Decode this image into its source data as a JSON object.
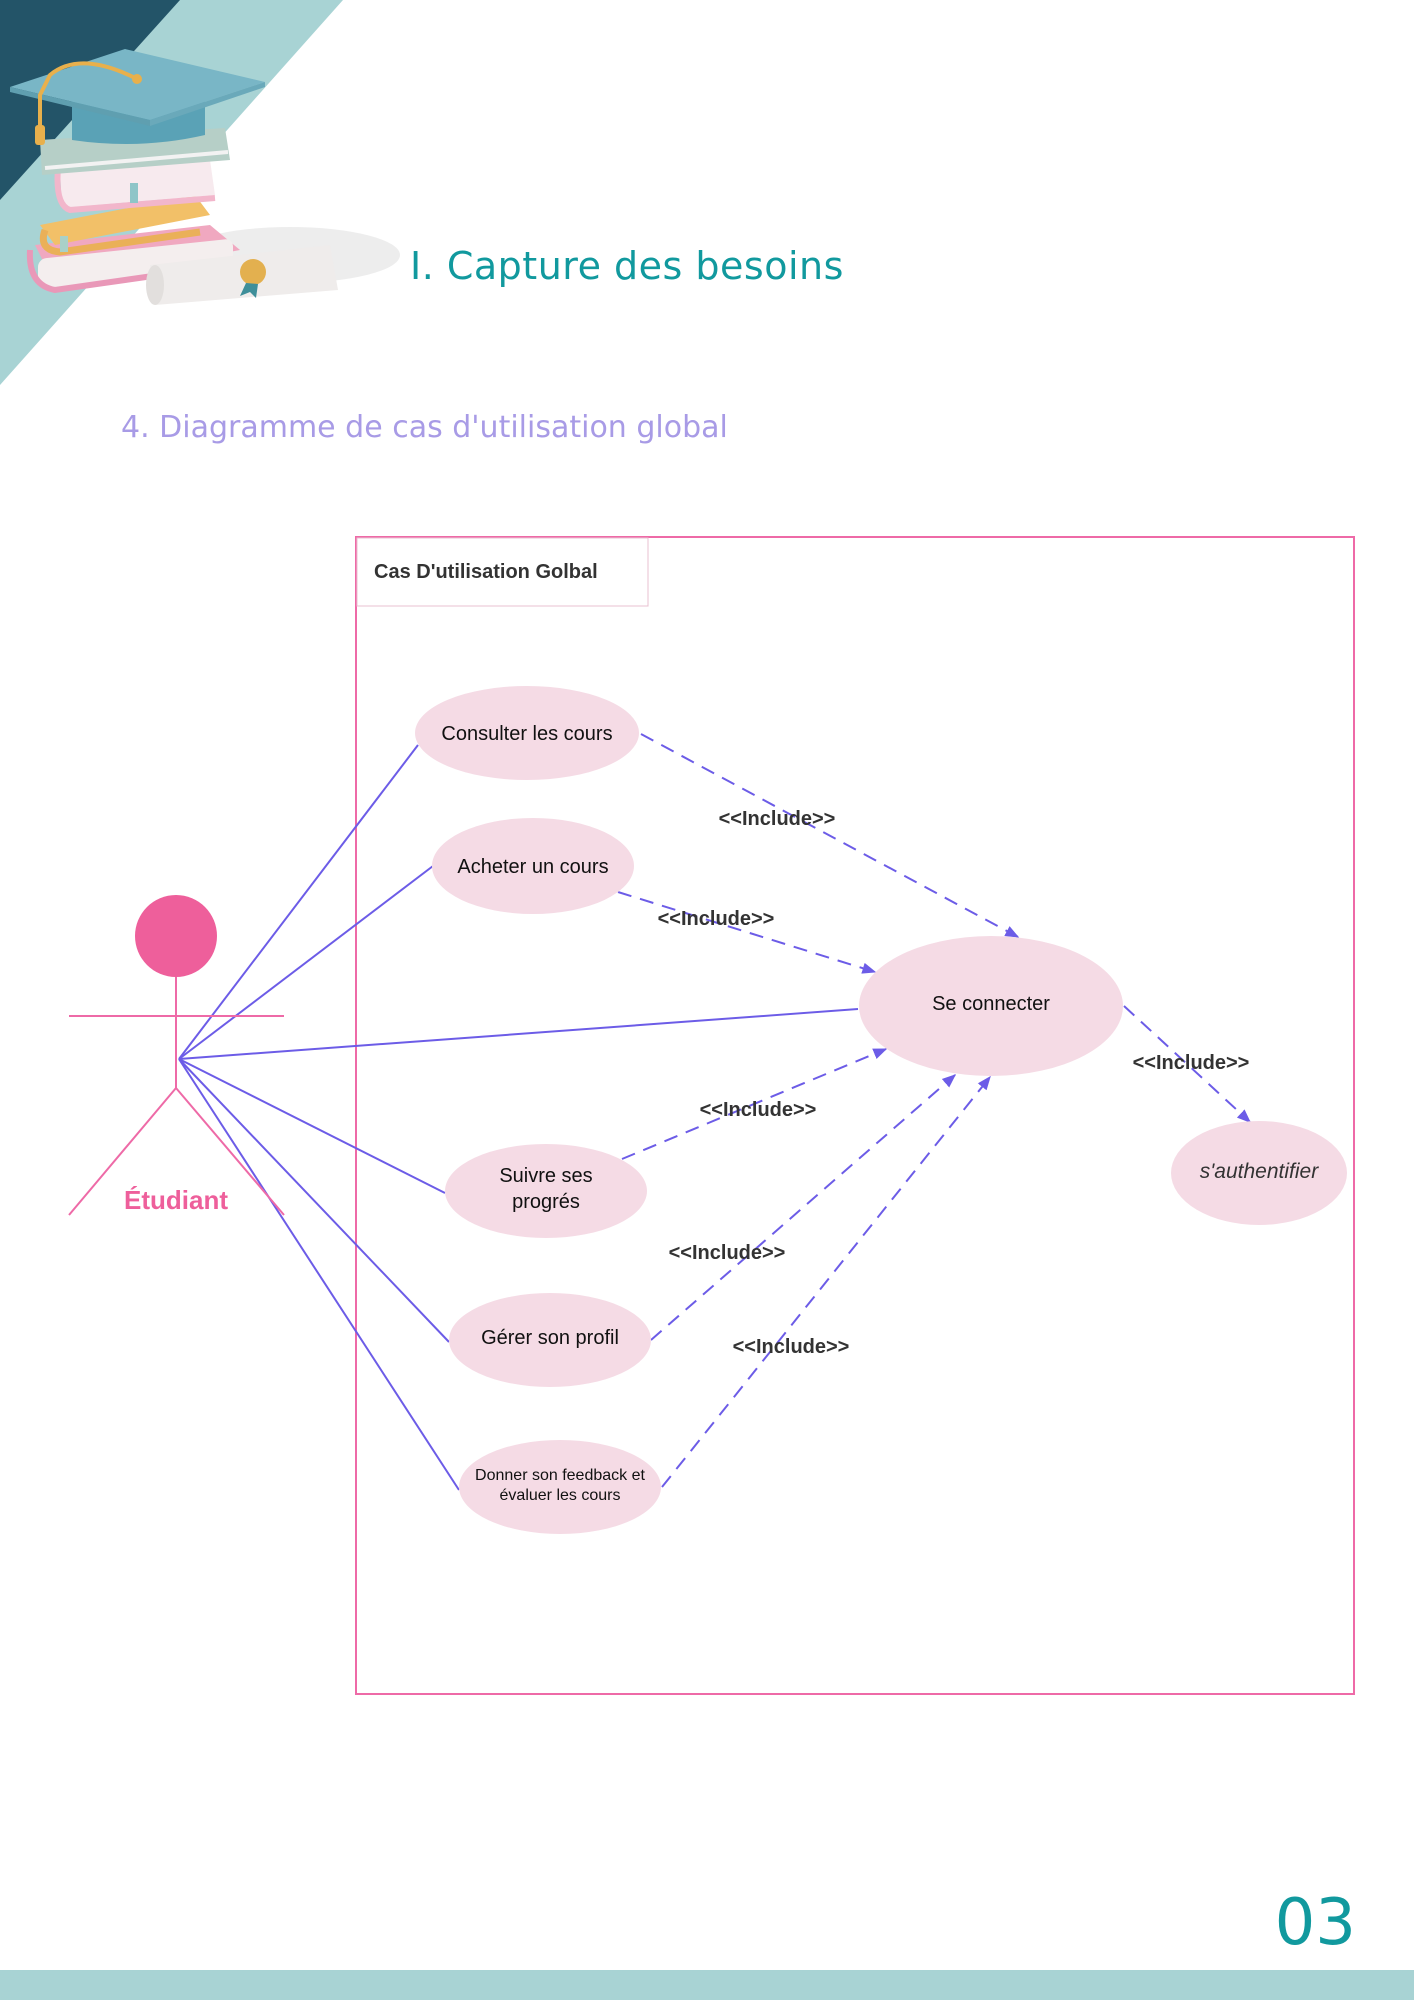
{
  "header": {
    "title": "I.  Capture des besoins",
    "section": "4. Diagramme de cas d'utilisation global",
    "illustration": "graduation-cap-books-icon"
  },
  "diagram": {
    "boundary_title": "Cas D'utilisation Golbal",
    "actor": {
      "name": "Étudiant",
      "icon": "stick-figure-actor-icon"
    },
    "use_cases": [
      {
        "id": "consulter",
        "lines": [
          "Consulter les cours"
        ]
      },
      {
        "id": "acheter",
        "lines": [
          "Acheter un cours"
        ]
      },
      {
        "id": "connecter",
        "lines": [
          "Se connecter"
        ]
      },
      {
        "id": "suivre",
        "lines": [
          "Suivre ses",
          "progrés"
        ]
      },
      {
        "id": "gerer",
        "lines": [
          "Gérer son profil"
        ]
      },
      {
        "id": "feedback",
        "lines": [
          "Donner son feedback et",
          "évaluer les cours"
        ]
      },
      {
        "id": "authentifier",
        "lines": [
          "s'authentifier"
        ]
      }
    ],
    "associations": [
      {
        "from": "actor",
        "to": "consulter"
      },
      {
        "from": "actor",
        "to": "acheter"
      },
      {
        "from": "actor",
        "to": "connecter"
      },
      {
        "from": "actor",
        "to": "suivre"
      },
      {
        "from": "actor",
        "to": "gerer"
      },
      {
        "from": "actor",
        "to": "feedback"
      }
    ],
    "includes": [
      {
        "from": "consulter",
        "to": "connecter",
        "label": "<<Include>>"
      },
      {
        "from": "acheter",
        "to": "connecter",
        "label": "<<Include>>"
      },
      {
        "from": "suivre",
        "to": "connecter",
        "label": "<<Include>>"
      },
      {
        "from": "gerer",
        "to": "connecter",
        "label": "<<Include>>"
      },
      {
        "from": "feedback",
        "to": "connecter",
        "label": "<<Include>>"
      },
      {
        "from": "connecter",
        "to": "authentifier",
        "label": "<<Include>>"
      }
    ],
    "colors": {
      "boundary": "#ee6aa7",
      "use_case_fill": "#f5dbe5",
      "association": "#6c5ce7",
      "actor": "#ee5f9b"
    }
  },
  "footer": {
    "page_number": "03"
  }
}
